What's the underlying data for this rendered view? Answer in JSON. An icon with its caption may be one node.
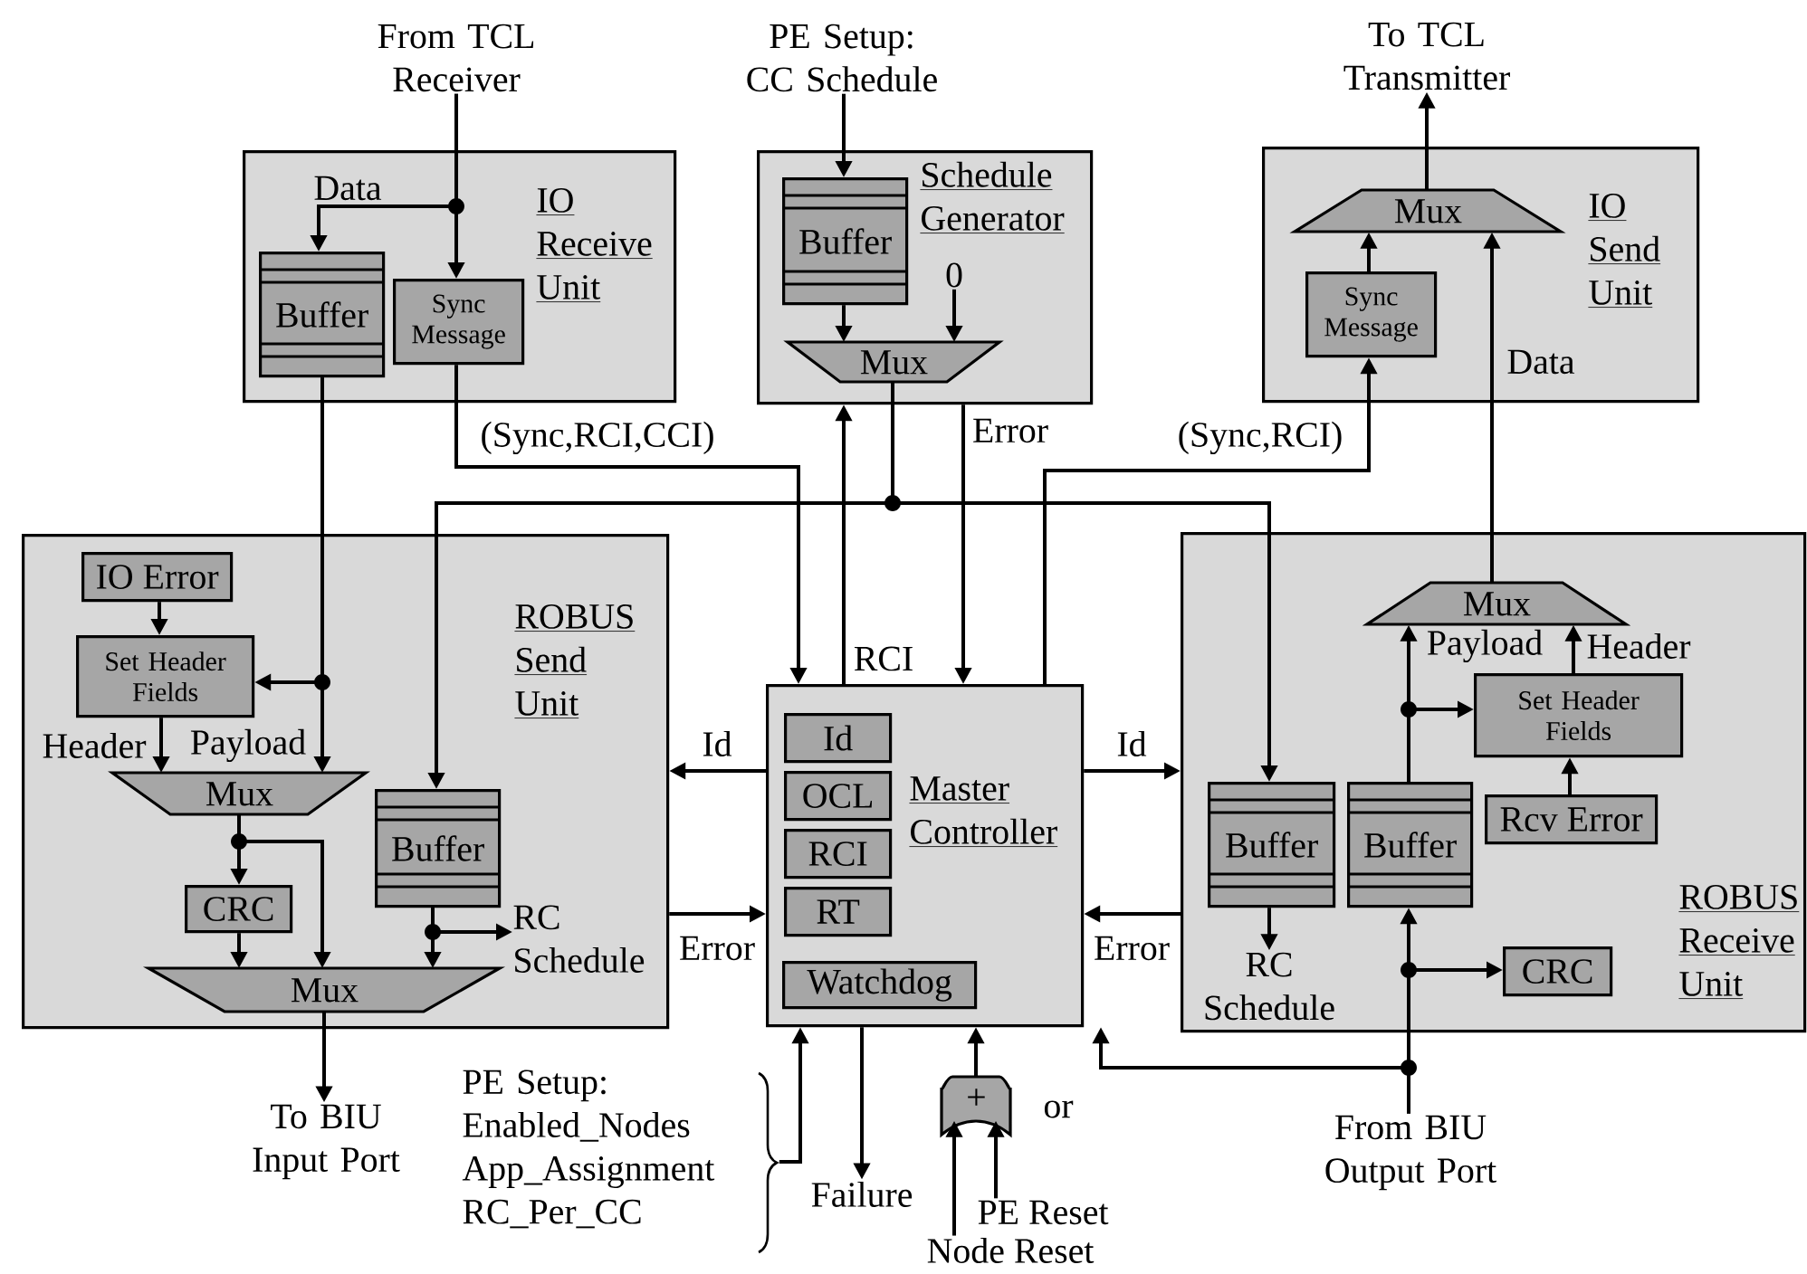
{
  "diagram": {
    "nodes": [
      {
        "text": [
          "From TCL Receiver"
        ]
      },
      {
        "text": [
          "PE Setup: CC Schedule"
        ]
      },
      {
        "text": [
          "To TCL Transmitter"
        ]
      },
      {
        "text": [
          "IO Receive Unit"
        ]
      },
      {
        "text": [
          "Buffer"
        ],
        "in": 3
      },
      {
        "text": [
          "Sync Message"
        ],
        "in": 3
      },
      {
        "text": [
          "Schedule Generator"
        ]
      },
      {
        "text": [
          "Buffer"
        ],
        "in": 6
      },
      {
        "text": [
          "0"
        ],
        "in": 6
      },
      {
        "text": [
          "Mux"
        ],
        "in": 6
      },
      {
        "text": [
          "IO Send Unit"
        ]
      },
      {
        "text": [
          "Mux"
        ],
        "in": 10
      },
      {
        "text": [
          "Sync Message"
        ],
        "in": 10
      },
      {
        "text": [
          "ROBUS Send Unit"
        ]
      },
      {
        "text": [
          "IO Error"
        ],
        "in": 13
      },
      {
        "text": [
          "Set Header Fields"
        ],
        "in": 13
      },
      {
        "text": [
          "Mux"
        ],
        "in": 13
      },
      {
        "text": [
          "Buffer"
        ],
        "in": 13
      },
      {
        "text": [
          "CRC"
        ],
        "in": 13
      },
      {
        "text": [
          "RC Schedule"
        ],
        "in": 13
      },
      {
        "text": [
          "Mux"
        ],
        "in": 13
      },
      {
        "text": [
          "Master Controller"
        ]
      },
      {
        "text": [
          "Id"
        ],
        "in": 21
      },
      {
        "text": [
          "OCL"
        ],
        "in": 21
      },
      {
        "text": [
          "RCI"
        ],
        "in": 21
      },
      {
        "text": [
          "RT"
        ],
        "in": 21
      },
      {
        "text": [
          "Watchdog"
        ],
        "in": 21
      },
      {
        "text": [
          "ROBUS Receive Unit"
        ]
      },
      {
        "text": [
          "Mux"
        ],
        "in": 27
      },
      {
        "text": [
          "Set Header Fields"
        ],
        "in": 27
      },
      {
        "text": [
          "Buffer"
        ],
        "in": 27
      },
      {
        "text": [
          "Buffer"
        ],
        "in": 27
      },
      {
        "text": [
          "Rcv Error"
        ],
        "in": 27
      },
      {
        "text": [
          "RC Schedule"
        ],
        "in": 27
      },
      {
        "text": [
          "CRC"
        ],
        "in": 27
      },
      {
        "text": [
          "To BIU Input Port"
        ]
      },
      {
        "text": [
          "PE Setup: Enabled_Nodes App_Assignment RC_Per_CC"
        ]
      },
      {
        "text": [
          "+"
        ],
        "beside": [
          "or"
        ]
      },
      {
        "text": [
          "Failure"
        ]
      },
      {
        "text": [
          "PE Reset"
        ]
      },
      {
        "text": [
          "Node Reset"
        ]
      },
      {
        "text": [
          "From BIU Output Port"
        ]
      }
    ],
    "edges": [
      {
        "from": 0,
        "to": 4,
        "arrow": "to",
        "label": "Data"
      },
      {
        "from": 0,
        "to": 5,
        "arrow": "to"
      },
      {
        "from": 4,
        "to": 16,
        "arrow": "to",
        "label": "Payload"
      },
      {
        "from": 4,
        "to": 15,
        "arrow": "to"
      },
      {
        "from": 5,
        "to": 21,
        "arrow": "to",
        "label": "(Sync,RCI,CCI)"
      },
      {
        "from": 7,
        "to": 9,
        "arrow": "to"
      },
      {
        "from": 8,
        "to": 9,
        "arrow": "to"
      },
      {
        "from": 21,
        "to": 6,
        "arrow": "to",
        "label": "RCI"
      },
      {
        "from": 9,
        "to": 17,
        "arrow": "to"
      },
      {
        "from": 9,
        "to": 30,
        "arrow": "to"
      },
      {
        "from": 6,
        "to": 21,
        "arrow": "to",
        "label": "Error"
      },
      {
        "from": 21,
        "to": 12,
        "arrow": "to",
        "label": "(Sync,RCI)"
      },
      {
        "from": 12,
        "to": 11,
        "arrow": "to"
      },
      {
        "from": 11,
        "to": 2,
        "arrow": "to"
      },
      {
        "from": 28,
        "to": 11,
        "arrow": "to",
        "label": "Data"
      },
      {
        "from": 31,
        "to": 28,
        "arrow": "to",
        "label": "Payload"
      },
      {
        "from": 31,
        "to": 29,
        "arrow": "to"
      },
      {
        "from": 29,
        "to": 28,
        "arrow": "to",
        "label": "Header"
      },
      {
        "from": 32,
        "to": 29,
        "arrow": "to"
      },
      {
        "from": 41,
        "to": 31,
        "arrow": "to"
      },
      {
        "from": 41,
        "to": 34,
        "arrow": "to"
      },
      {
        "from": 41,
        "to": 21,
        "arrow": "to"
      },
      {
        "from": 30,
        "to": 33,
        "arrow": "to"
      },
      {
        "from": 21,
        "to": 27,
        "arrow": "to",
        "label": "Id"
      },
      {
        "from": 27,
        "to": 21,
        "arrow": "to",
        "label": "Error"
      },
      {
        "from": 21,
        "to": 13,
        "arrow": "to",
        "label": "Id"
      },
      {
        "from": 13,
        "to": 21,
        "arrow": "to",
        "label": "Error"
      },
      {
        "from": 14,
        "to": 15,
        "arrow": "to"
      },
      {
        "from": 15,
        "to": 16,
        "arrow": "to",
        "label": "Header"
      },
      {
        "from": 16,
        "to": 18,
        "arrow": "to"
      },
      {
        "from": 16,
        "to": 20,
        "arrow": "to"
      },
      {
        "from": 18,
        "to": 20,
        "arrow": "to"
      },
      {
        "from": 17,
        "to": 20,
        "arrow": "to"
      },
      {
        "from": 17,
        "to": 19,
        "arrow": "to"
      },
      {
        "from": 20,
        "to": 35,
        "arrow": "to"
      },
      {
        "from": 36,
        "to": 21,
        "arrow": "to"
      },
      {
        "from": 21,
        "to": 38,
        "arrow": "to"
      },
      {
        "from": 37,
        "to": 21,
        "arrow": "to"
      },
      {
        "from": 40,
        "to": 37,
        "arrow": "to"
      },
      {
        "from": 39,
        "to": 37,
        "arrow": "to"
      },
      {
        "from": 1,
        "to": 7,
        "arrow": "to"
      }
    ]
  }
}
